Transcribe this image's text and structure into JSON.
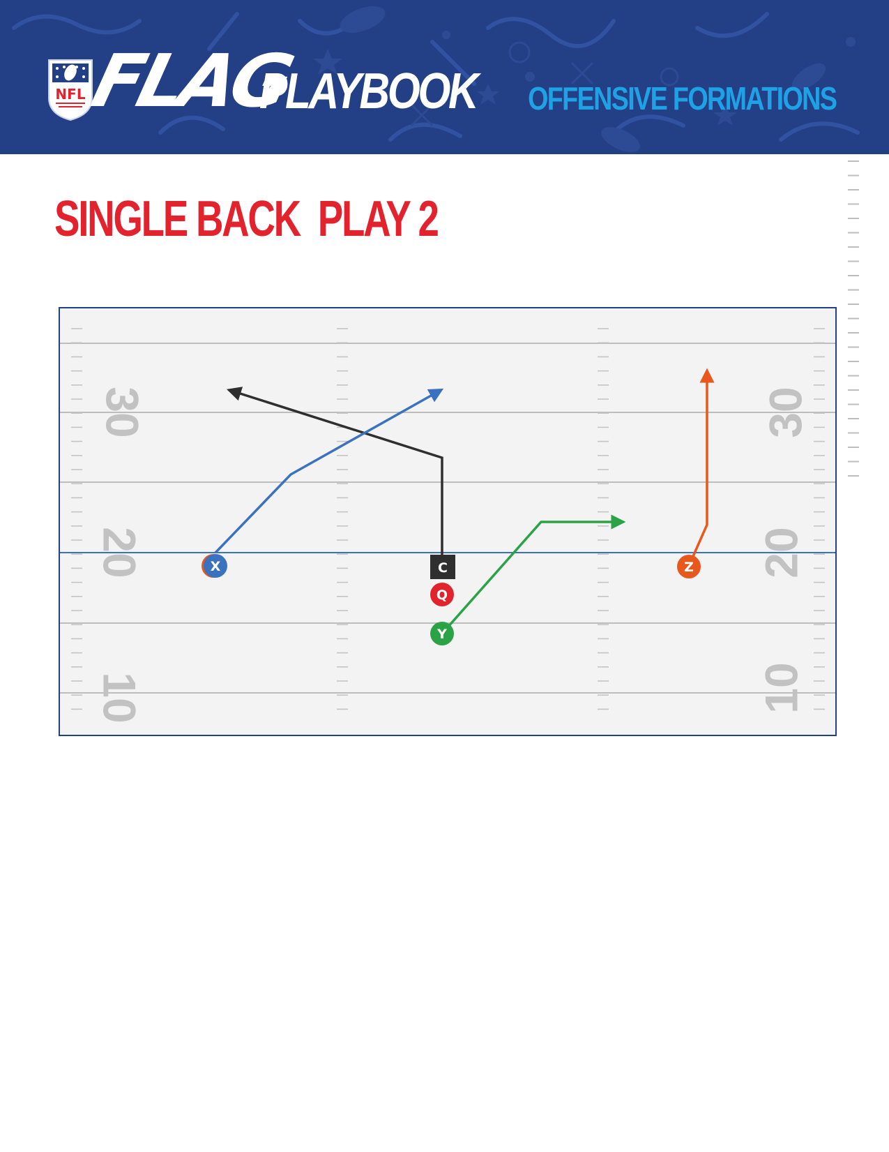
{
  "header": {
    "logo_text": "NFL",
    "brand": "FLAG",
    "product": "PLAYBOOK",
    "section": "OFFENSIVE FORMATIONS"
  },
  "play": {
    "title": "SINGLE BACK  PLAY 2"
  },
  "colors": {
    "header_bg": "#233f86",
    "title_red": "#e2232e",
    "section_blue": "#1fa2e5",
    "field_bg": "#f3f3f3",
    "line_of_scrimmage": "#3b72c0",
    "route_black": "#2f2f2f",
    "route_blue": "#3b72c0",
    "route_green": "#2aa245",
    "route_orange": "#e8581c"
  },
  "field": {
    "yard_numbers_left": [
      "30",
      "20",
      "10"
    ],
    "yard_numbers_right": [
      "30",
      "20",
      "10"
    ]
  },
  "players": [
    {
      "label": "X",
      "shape": "circle",
      "color": "#3b72c0",
      "name": "player-x"
    },
    {
      "label": "C",
      "shape": "square",
      "color": "#2f2f2f",
      "name": "player-c"
    },
    {
      "label": "Q",
      "shape": "circle",
      "color": "#e2232e",
      "name": "player-q"
    },
    {
      "label": "Y",
      "shape": "circle",
      "color": "#2aa245",
      "name": "player-y"
    },
    {
      "label": "Z",
      "shape": "circle",
      "color": "#e8581c",
      "name": "player-z"
    }
  ]
}
